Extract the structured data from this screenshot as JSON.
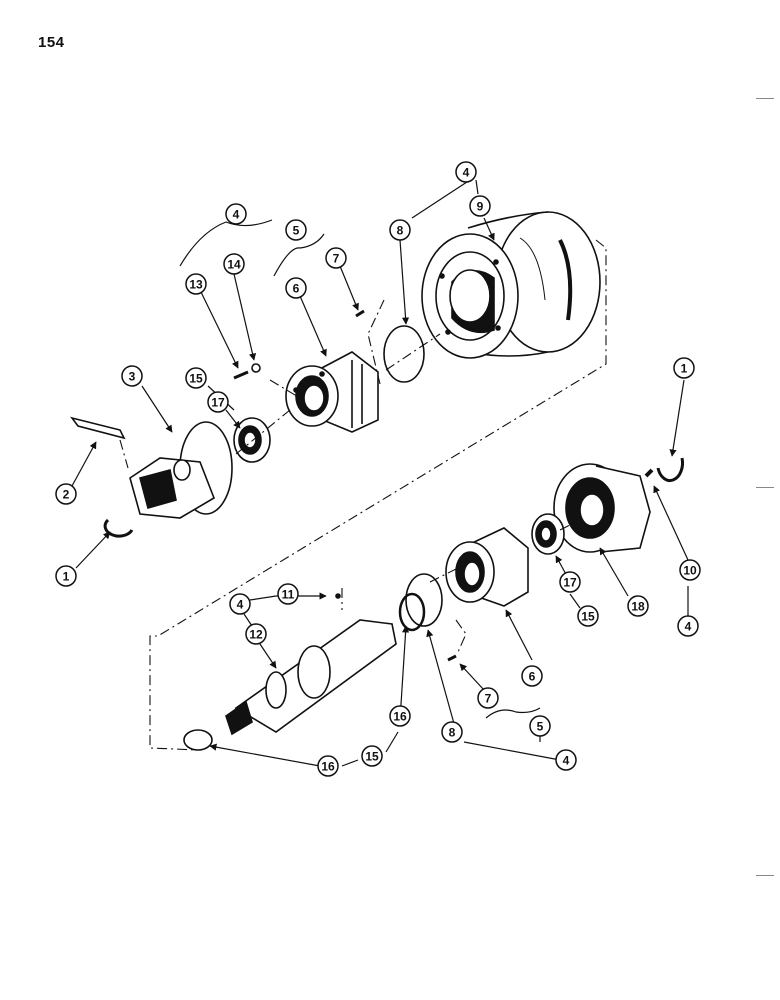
{
  "page_number": "154",
  "callouts": [
    {
      "id": "c1a",
      "label": "1"
    },
    {
      "id": "c1b",
      "label": "1"
    },
    {
      "id": "c2",
      "label": "2"
    },
    {
      "id": "c3",
      "label": "3"
    },
    {
      "id": "c4a",
      "label": "4"
    },
    {
      "id": "c4b",
      "label": "4"
    },
    {
      "id": "c4c",
      "label": "4"
    },
    {
      "id": "c4d",
      "label": "4"
    },
    {
      "id": "c4e",
      "label": "4"
    },
    {
      "id": "c5a",
      "label": "5"
    },
    {
      "id": "c5b",
      "label": "5"
    },
    {
      "id": "c6a",
      "label": "6"
    },
    {
      "id": "c6b",
      "label": "6"
    },
    {
      "id": "c7a",
      "label": "7"
    },
    {
      "id": "c7b",
      "label": "7"
    },
    {
      "id": "c8a",
      "label": "8"
    },
    {
      "id": "c8b",
      "label": "8"
    },
    {
      "id": "c9",
      "label": "9"
    },
    {
      "id": "c10",
      "label": "10"
    },
    {
      "id": "c11",
      "label": "11"
    },
    {
      "id": "c12",
      "label": "12"
    },
    {
      "id": "c13",
      "label": "13"
    },
    {
      "id": "c14",
      "label": "14"
    },
    {
      "id": "c15a",
      "label": "15"
    },
    {
      "id": "c15b",
      "label": "15"
    },
    {
      "id": "c15c",
      "label": "15"
    },
    {
      "id": "c16a",
      "label": "16"
    },
    {
      "id": "c16b",
      "label": "16"
    },
    {
      "id": "c17a",
      "label": "17"
    },
    {
      "id": "c17b",
      "label": "17"
    },
    {
      "id": "c18",
      "label": "18"
    }
  ]
}
